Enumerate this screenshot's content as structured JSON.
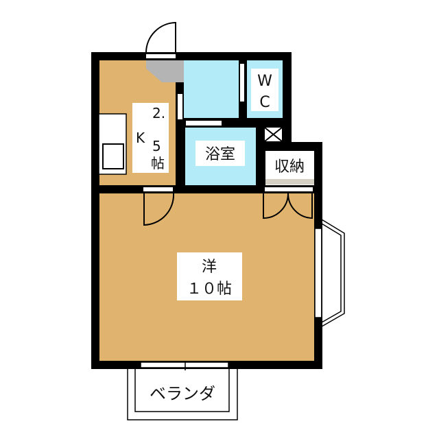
{
  "colors": {
    "wall": "#000000",
    "room_floor": "#e0b46e",
    "wet_area": "#b3ebf9",
    "entrance": "#b4b4b4",
    "label_bg": "#ffffff"
  },
  "rooms": {
    "kitchen": {
      "line1": "2.",
      "line2": "K",
      "line3": "5",
      "line4": "帖"
    },
    "wc": {
      "line1": "W",
      "line2": "C"
    },
    "bath": {
      "label": "浴室"
    },
    "storage": {
      "label": "収納"
    },
    "western_room": {
      "line1": "洋",
      "line2": "１０帖"
    },
    "balcony": {
      "label": "ベランダ"
    }
  }
}
